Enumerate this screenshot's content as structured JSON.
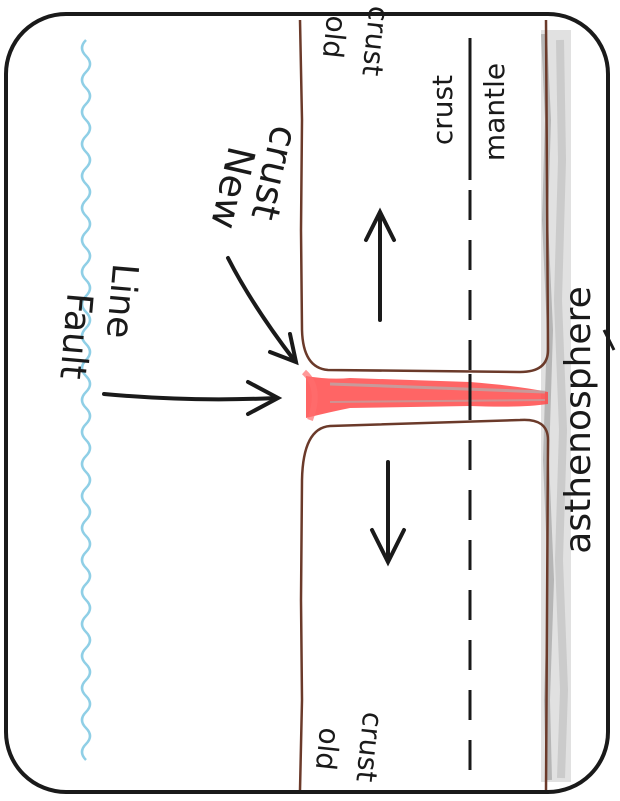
{
  "labels": {
    "new_crust_word1": "New",
    "new_crust_word2": "crust",
    "fault_word1": "Fault",
    "fault_word2": "Line",
    "old_crust_top_word1": "old",
    "old_crust_top_word2": "crust",
    "old_crust_bottom_word1": "old",
    "old_crust_bottom_word2": "crust",
    "crust": "crust",
    "mantle": "mantle",
    "asthenosphere": "asthenosphere"
  },
  "colors": {
    "ink": "#1a1a1a",
    "plate_outline": "#6b3a2a",
    "asthenosphere_shading": "#a8a8a8",
    "rift_red": "#ff4a4a",
    "ocean_wave": "#8fcfe6"
  },
  "arrows": {
    "upper_plate": "up",
    "lower_plate": "down"
  }
}
